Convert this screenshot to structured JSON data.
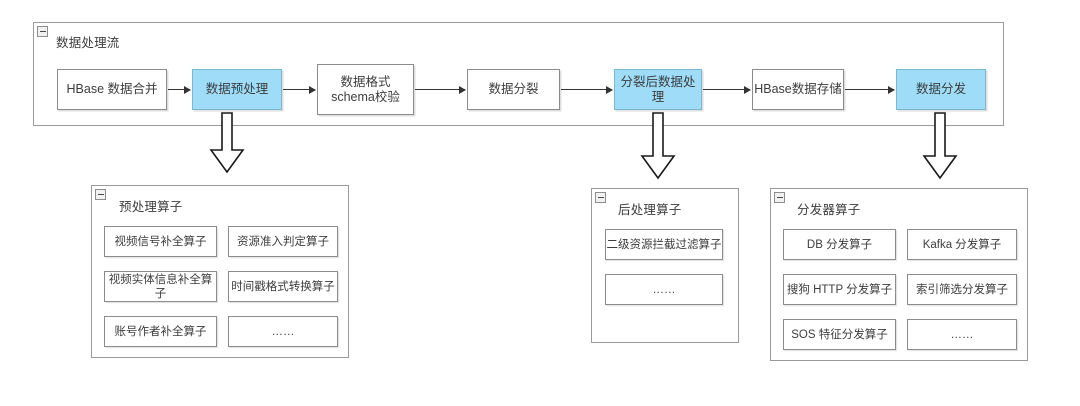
{
  "colors": {
    "accent": "#9EDCF7",
    "accent_border": "#7AB8D4",
    "box_border": "#8C8C8C",
    "group_border": "#9A9A9A",
    "text": "#3D3D3D",
    "connector": "#333333",
    "background": "#FFFFFF"
  },
  "pipeline": {
    "title": "数据处理流",
    "collapse_icon": "collapse-minus-icon",
    "steps": [
      {
        "label": "HBase 数据合并",
        "highlighted": false
      },
      {
        "label": "数据预处理",
        "highlighted": true
      },
      {
        "label": "数据格式\nschema校验",
        "highlighted": false
      },
      {
        "label": "数据分裂",
        "highlighted": false
      },
      {
        "label": "分裂后数据处理",
        "highlighted": true
      },
      {
        "label": "HBase数据存储",
        "highlighted": false
      },
      {
        "label": "数据分发",
        "highlighted": true
      }
    ]
  },
  "groups": [
    {
      "title": "预处理算子",
      "collapse_icon": "collapse-minus-icon",
      "operators": [
        "视频信号补全算子",
        "资源准入判定算子",
        "视频实体信息补全算子",
        "时间戳格式转换算子",
        "账号作者补全算子",
        "……"
      ]
    },
    {
      "title": "后处理算子",
      "collapse_icon": "collapse-minus-icon",
      "operators": [
        "二级资源拦截过滤算子",
        "……"
      ]
    },
    {
      "title": "分发器算子",
      "collapse_icon": "collapse-minus-icon",
      "operators": [
        "DB 分发算子",
        "Kafka 分发算子",
        "搜狗 HTTP 分发算子",
        "索引筛选分发算子",
        "SOS 特征分发算子",
        "……"
      ]
    }
  ],
  "down_arrows": [
    {
      "from_step": "数据预处理",
      "to_group": "预处理算子"
    },
    {
      "from_step": "分裂后数据处理",
      "to_group": "后处理算子"
    },
    {
      "from_step": "数据分发",
      "to_group": "分发器算子"
    }
  ]
}
